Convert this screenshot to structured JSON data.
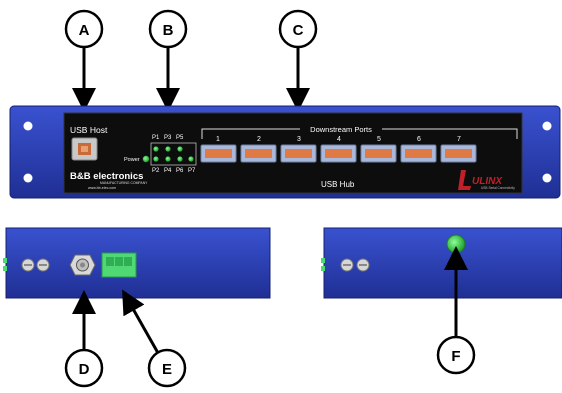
{
  "callouts": {
    "a": "A",
    "b": "B",
    "c": "C",
    "d": "D",
    "e": "E",
    "f": "F"
  },
  "front_panel": {
    "usb_host": "USB Host",
    "power": "Power",
    "port_top": [
      "P1",
      "P3",
      "P5"
    ],
    "port_bottom": [
      "P2",
      "P4",
      "P6",
      "P7"
    ],
    "downstream_ports": "Downstream Ports",
    "port_numbers": [
      "1",
      "2",
      "3",
      "4",
      "5",
      "6",
      "7"
    ],
    "brand": "B&B electronics",
    "brand_sub": "MANUFACTURING COMPANY",
    "brand_url": "www.bb-elec.com",
    "usb_hub": "USB Hub",
    "logo": "ULINX",
    "logo_sub": "USB Serial Connectivity"
  },
  "colors": {
    "chassis_blue": "#2a3eb0",
    "panel_black": "#0d0d0d",
    "port_orange": "#e07a45",
    "led_green": "#3ecf4a",
    "connector_green": "#4fd874",
    "logo_red": "#c0202a"
  }
}
